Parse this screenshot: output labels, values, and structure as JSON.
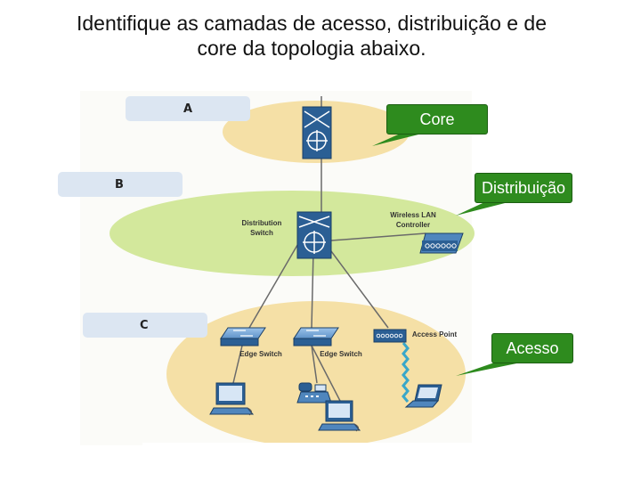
{
  "title_line1": "Identifique as camadas de acesso, distribuição e de",
  "title_line2": "core da topologia abaixo.",
  "labels": {
    "a": "A",
    "b": "B",
    "c": "C"
  },
  "callouts": {
    "core": "Core",
    "distribution": "Distribuição",
    "access": "Acesso"
  },
  "devices": {
    "distribution_switch": [
      "Distribution",
      "Switch"
    ],
    "wlan_controller": [
      "Wireless LAN",
      "Controller"
    ],
    "edge_switch_1": "Edge Switch",
    "edge_switch_2": "Edge Switch",
    "access_point": "Access Point"
  },
  "colors": {
    "core_layer": "#f5e0a6",
    "distribution_layer": "#d3e89c",
    "access_layer": "#f5e0a6",
    "device_blue": "#2b5f94",
    "callout_green": "#2e8b1e",
    "label_box": "#dce6f2"
  }
}
